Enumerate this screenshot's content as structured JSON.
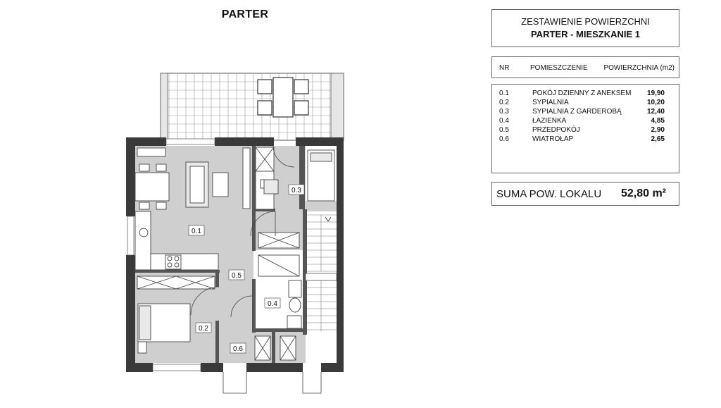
{
  "plan_title": "PARTER",
  "summary": {
    "header_line1": "ZESTAWIENIE POWIERZCHNI",
    "header_line2": "PARTER - MIESZKANIE 1",
    "col_nr": "NR",
    "col_room": "POMIESZCZENIE",
    "col_area": "POWIERZCHNIA (m2)",
    "rooms": [
      {
        "nr": "0.1",
        "name": "POKÓJ DZIENNY Z ANEKSEM",
        "area": "19,90"
      },
      {
        "nr": "0.2",
        "name": "SYPIALNIA",
        "area": "10,20"
      },
      {
        "nr": "0.3",
        "name": "SYPIALNIA Z GARDEROBĄ",
        "area": "12,40"
      },
      {
        "nr": "0.4",
        "name": "ŁAZIENKA",
        "area": "4,85"
      },
      {
        "nr": "0.5",
        "name": "PRZEDPOKÓJ",
        "area": "2,90"
      },
      {
        "nr": "0.6",
        "name": "WIATROŁAP",
        "area": "2,65"
      }
    ],
    "total_label": "SUMA POW. LOKALU",
    "total_value": "52,80 m²"
  },
  "room_labels": [
    "0.1",
    "0.2",
    "0.3",
    "0.4",
    "0.5",
    "0.6"
  ],
  "colors": {
    "wall": "#3a3a3a",
    "floor": "#cfcfcf",
    "line": "#555555"
  }
}
